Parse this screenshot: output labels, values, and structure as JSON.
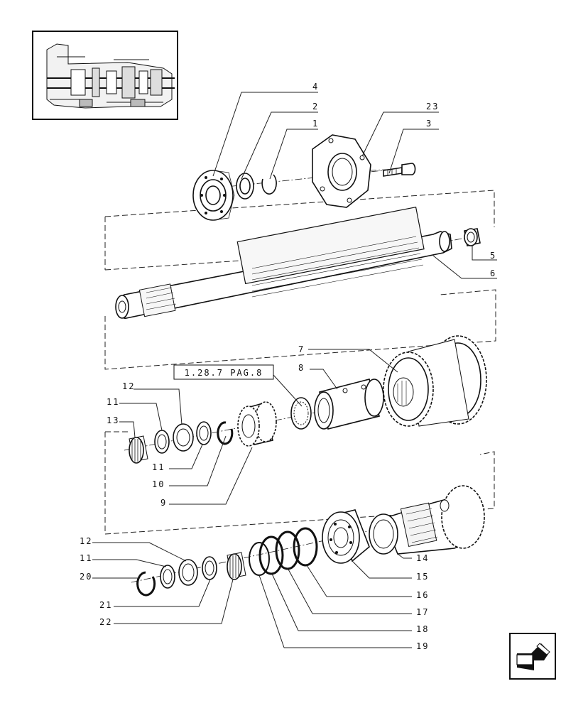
{
  "labels": {
    "p1": "1",
    "p2": "2",
    "p3": "3",
    "p4": "4",
    "p5": "5",
    "p6": "6",
    "p7": "7",
    "p8": "8",
    "p9": "9",
    "p10": "10",
    "p11a": "11",
    "p11b": "11",
    "p11c": "11",
    "p12a": "12",
    "p12b": "12",
    "p13": "13",
    "p14": "14",
    "p15": "15",
    "p16": "16",
    "p17": "17",
    "p18": "18",
    "p19": "19",
    "p20": "20",
    "p21": "21",
    "p22": "22",
    "p23": "23"
  },
  "reference_box": {
    "text": "1.28.7 PAG.8"
  },
  "icons": {
    "thumbnail": "transmission-section-thumbnail-icon",
    "nav": "previous-page-arrow-icon"
  }
}
